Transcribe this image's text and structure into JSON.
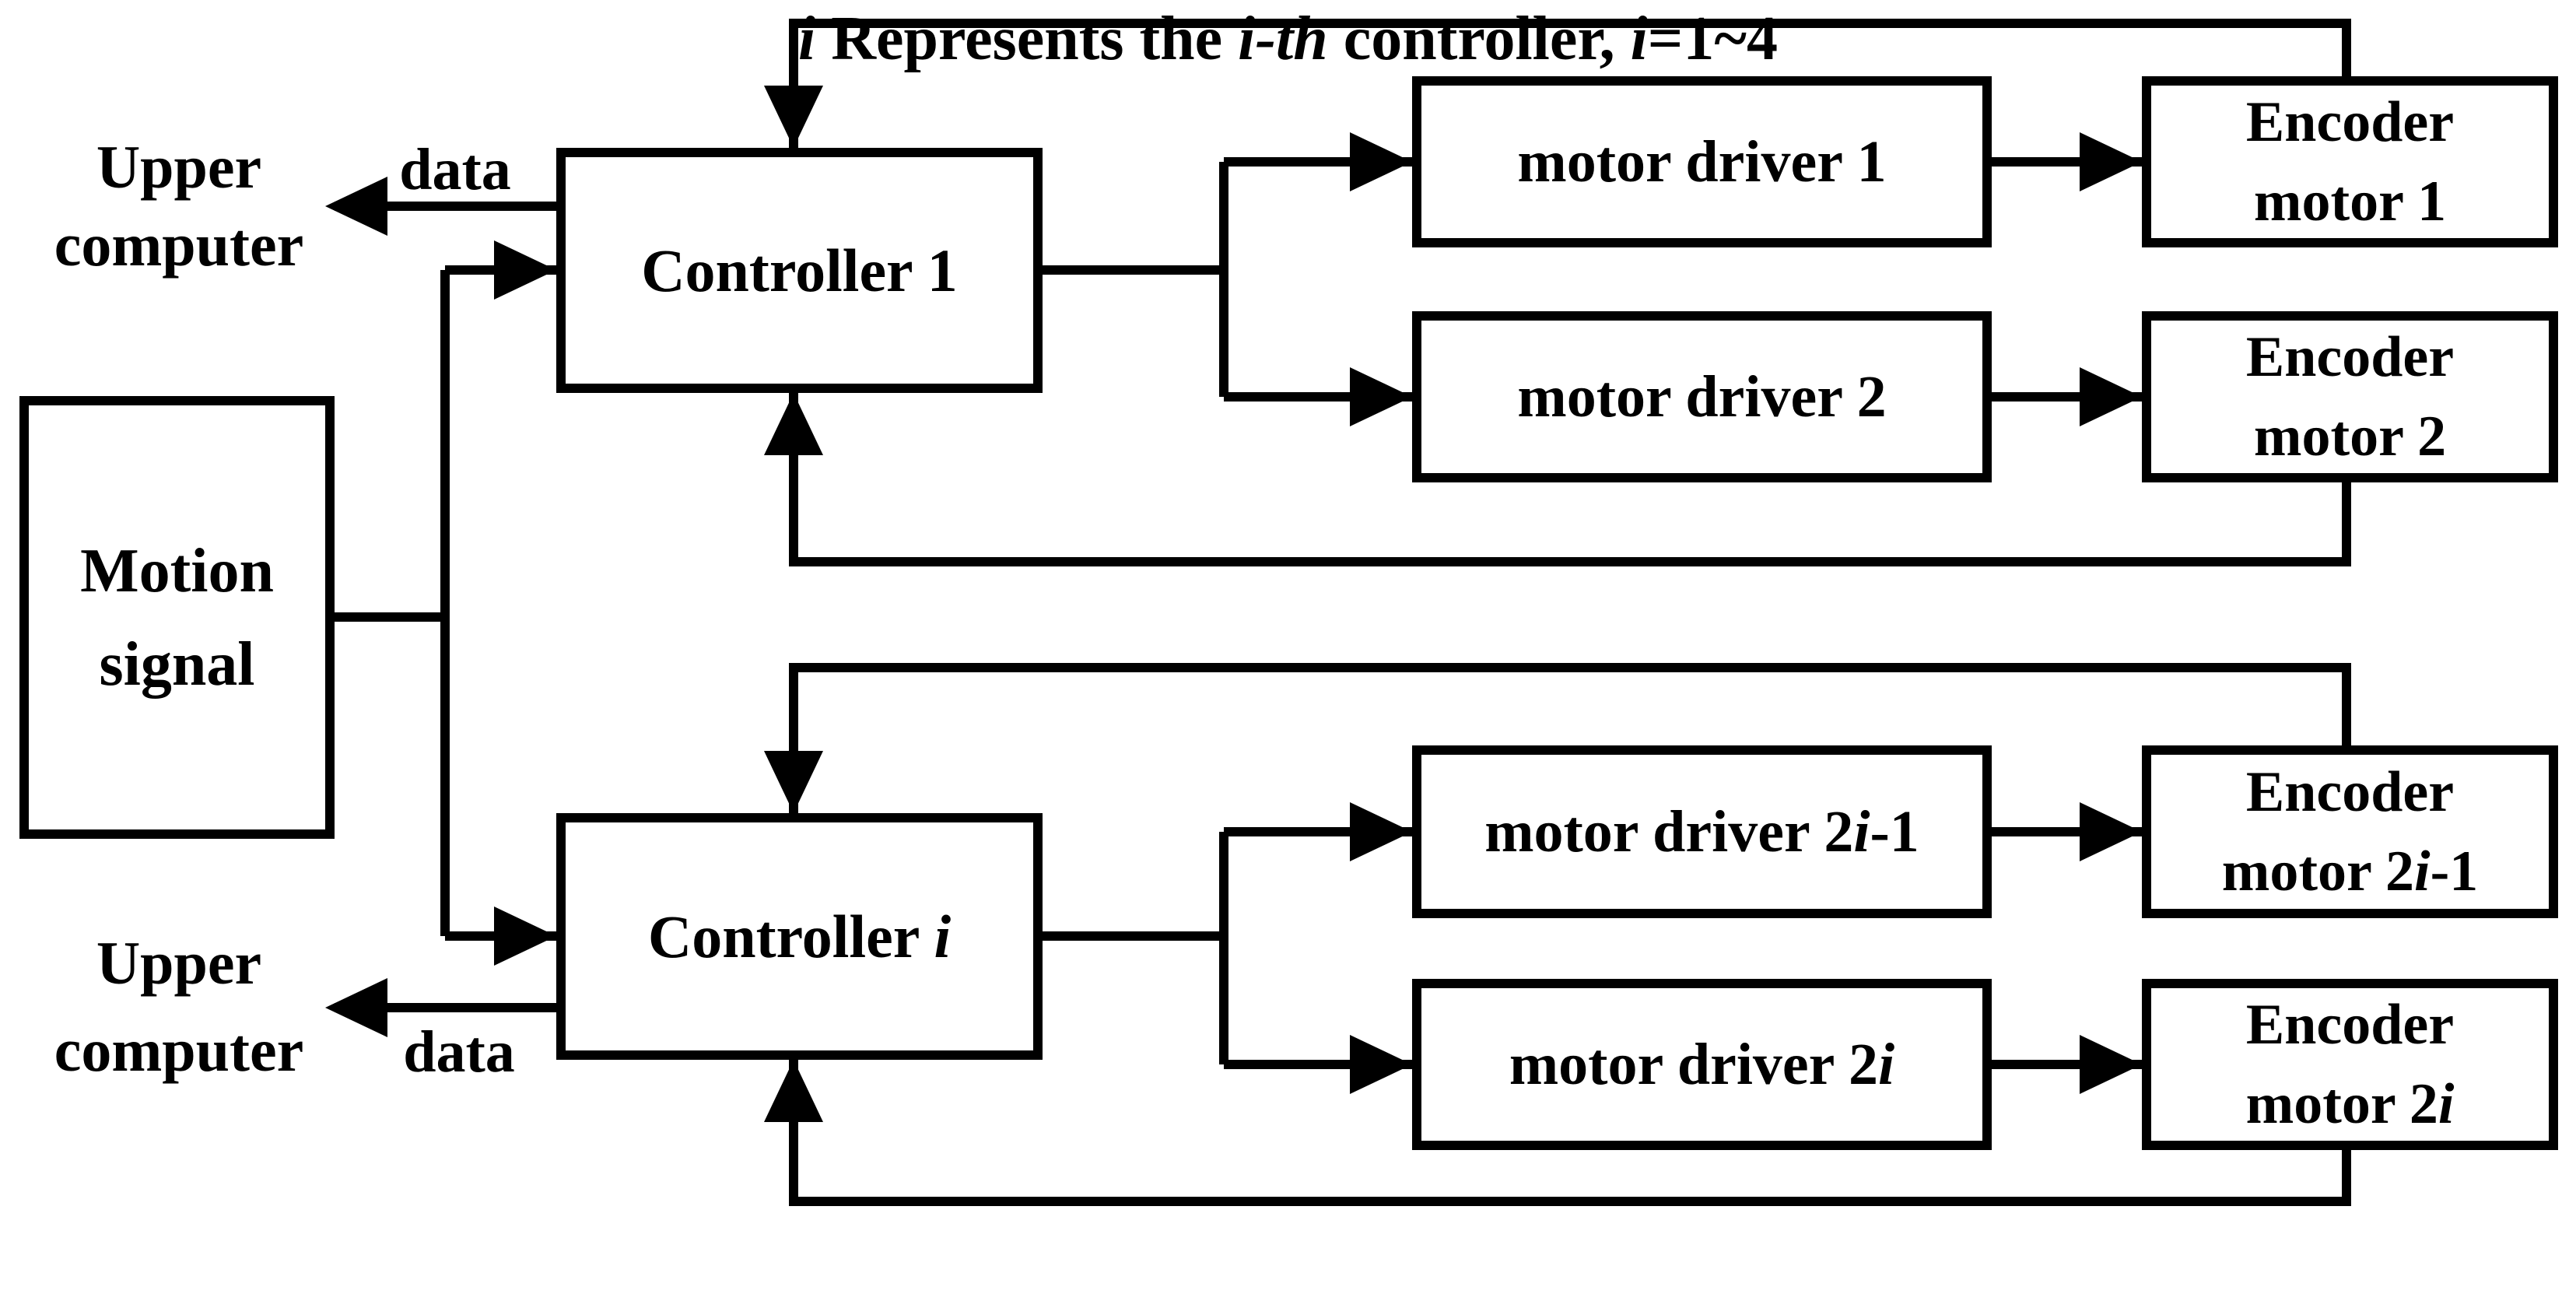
{
  "canvas": {
    "background": "#ffffff",
    "ink": "#000000"
  },
  "labels": {
    "upper_computer_top": {
      "line1": "Upper",
      "line2": "computer"
    },
    "upper_computer_bottom": {
      "line1": "Upper",
      "line2": "computer"
    },
    "data_top": "data",
    "data_bottom": "data"
  },
  "boxes": {
    "motion_signal": {
      "line1": "Motion",
      "line2": "signal"
    },
    "controller_1": {
      "text": "Controller 1"
    },
    "controller_i": {
      "prefix": "Controller ",
      "var": "i"
    },
    "motor_driver_1": {
      "text": "motor driver 1"
    },
    "motor_driver_2": {
      "text": "motor driver 2"
    },
    "motor_driver_2i_1": {
      "prefix": "motor driver 2",
      "var": "i",
      "suffix": "-1"
    },
    "motor_driver_2i": {
      "prefix": "motor driver 2",
      "var": "i"
    },
    "encoder_motor_1": {
      "line1": "Encoder",
      "line2": "motor 1"
    },
    "encoder_motor_2": {
      "line1": "Encoder",
      "line2": "motor 2"
    },
    "encoder_motor_2i_1": {
      "line1": "Encoder",
      "line2_prefix": "motor 2",
      "var": "i",
      "line2_suffix": "-1"
    },
    "encoder_motor_2i": {
      "line1": "Encoder",
      "line2_prefix": "motor 2",
      "var": "i"
    }
  },
  "caption": {
    "i1": "i",
    "t1": " Represents the ",
    "i2": "i-th",
    "t2": " controller, ",
    "i3": "i",
    "t3": "=1~4"
  }
}
